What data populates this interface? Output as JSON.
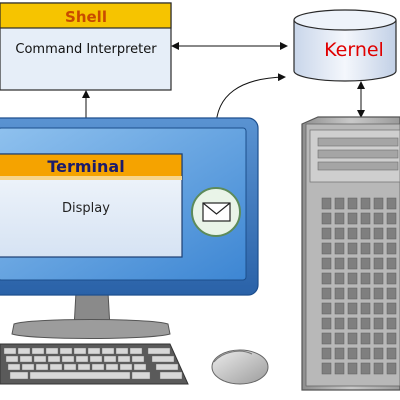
{
  "shell": {
    "title": "Shell",
    "subtitle": "Command Interpreter"
  },
  "kernel": {
    "label": "Kernel"
  },
  "terminal": {
    "title": "Terminal",
    "body": "Display"
  },
  "icons": {
    "message": "envelope-icon",
    "arrows": [
      "double-arrow-icon",
      "single-arrow-icon"
    ]
  },
  "colors": {
    "shell_title_bg": "#f6c400",
    "shell_title_text": "#c84b00",
    "terminal_title_bg": "#f5a300",
    "terminal_title_text": "#1b1b6b",
    "kernel_text": "#e00000",
    "monitor_bezel": "#2e6fb6",
    "window_bg": "#e3ecf7",
    "tower_gray": "#a7a7a7"
  }
}
